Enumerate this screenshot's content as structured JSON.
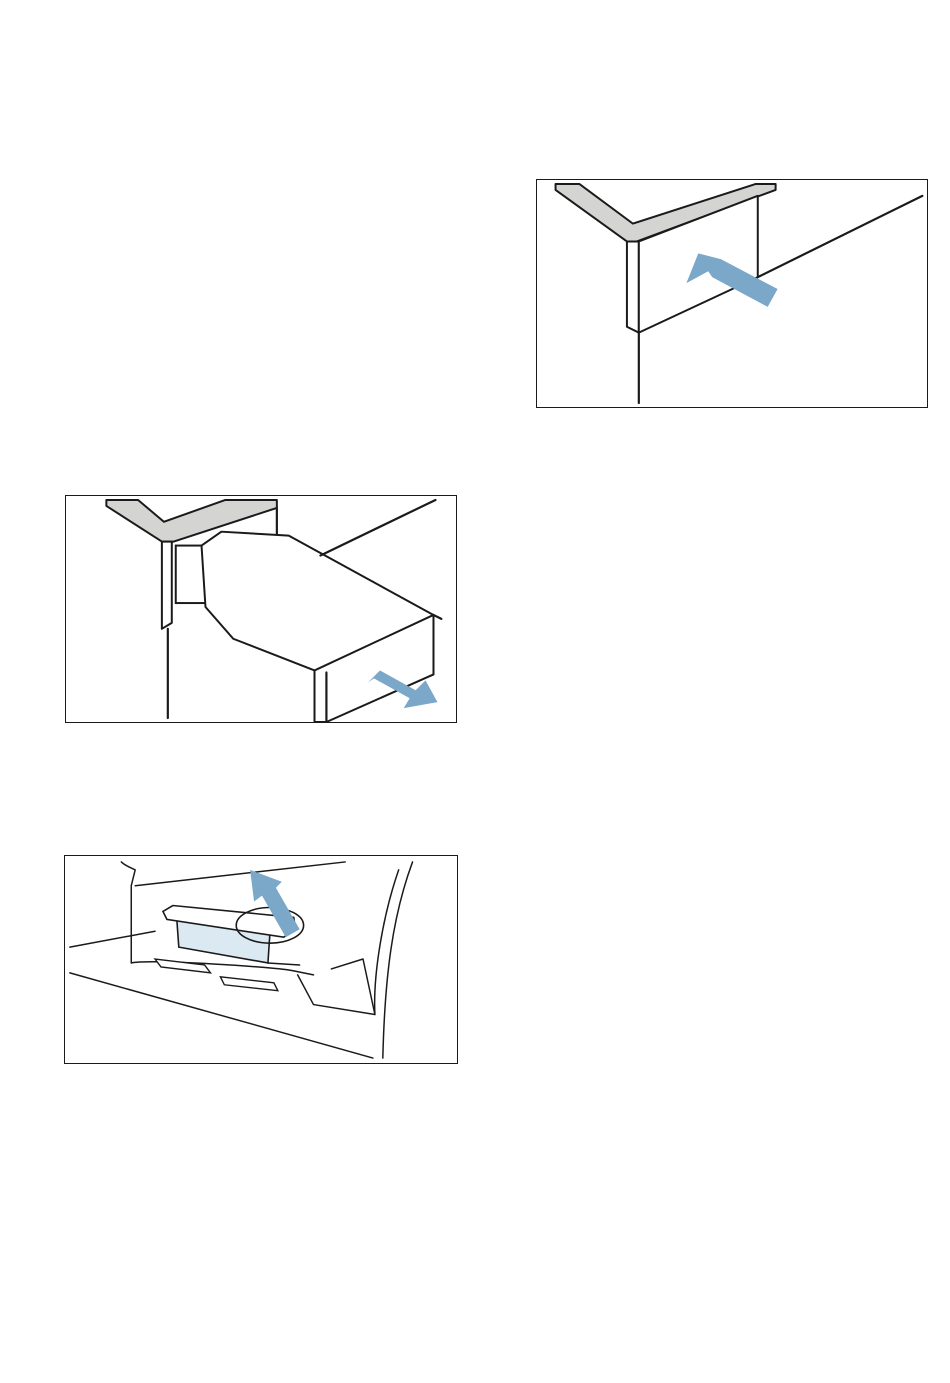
{
  "figures": [
    {
      "id": "fig-insert",
      "description_icon": "drawer-insert-illustration",
      "arrow_icon": "push-in-arrow-icon"
    },
    {
      "id": "fig-pull",
      "description_icon": "drawer-pull-out-illustration",
      "arrow_icon": "pull-out-arrow-icon"
    },
    {
      "id": "fig-lift",
      "description_icon": "insert-lift-out-illustration",
      "arrow_icon": "lift-up-arrow-icon"
    }
  ],
  "colors": {
    "line": "#1a1a1a",
    "frame_grey": "#d4d4d2",
    "arrow_blue": "#7ba7c9",
    "insert_light_blue": "#dbe9f3"
  }
}
